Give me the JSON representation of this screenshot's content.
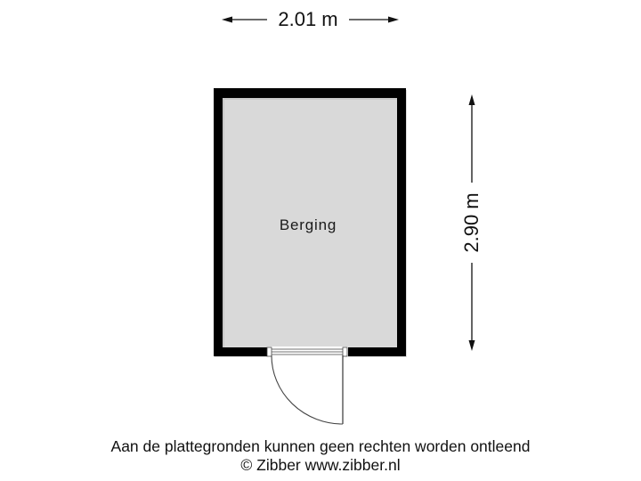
{
  "floorplan": {
    "colors": {
      "wall": "#000000",
      "floor": "#d9d9d9",
      "background": "#ffffff",
      "line": "#222222"
    },
    "dimensions": {
      "width_label": "2.01 m",
      "depth_label": "2.90 m"
    },
    "rooms": [
      {
        "label": "Berging"
      }
    ],
    "door": {
      "type": "single-swing",
      "position": "bottom-wall"
    }
  },
  "footer": {
    "disclaimer": "Aan de plattegronden kunnen geen rechten worden ontleend",
    "copyright": "© Zibber www.zibber.nl"
  }
}
